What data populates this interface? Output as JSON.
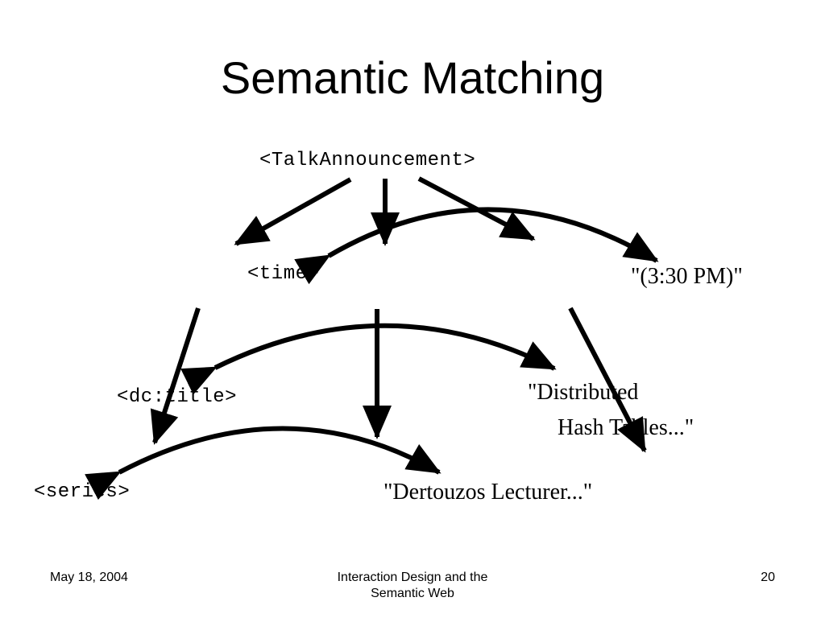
{
  "slide": {
    "title": "Semantic Matching"
  },
  "diagram": {
    "nodes": {
      "talk_announcement": "<TalkAnnouncement>",
      "time": "<time>",
      "time_value": "\"(3:30 PM)\"",
      "dc_title": "<dc:title>",
      "title_value_line1": "\"Distributed",
      "title_value_line2": "Hash Tables...\"",
      "series": "<series>",
      "series_value": "\"Dertouzos Lecturer...\""
    }
  },
  "footer": {
    "date": "May 18, 2004",
    "title_line1": "Interaction Design and the",
    "title_line2": "Semantic Web",
    "page_number": "20"
  }
}
